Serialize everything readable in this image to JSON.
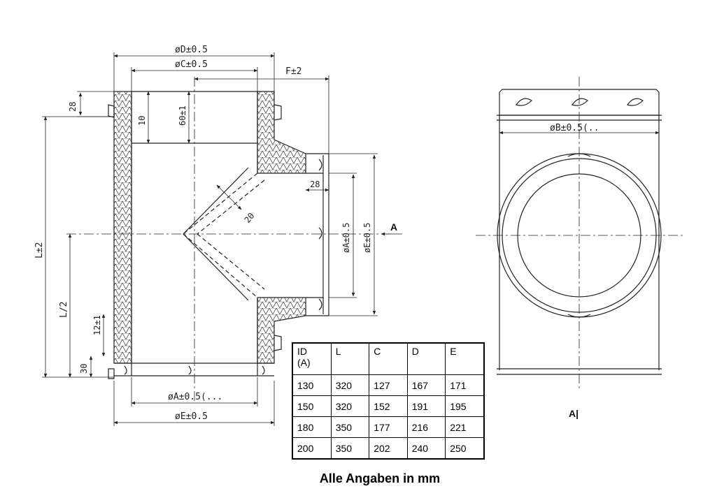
{
  "drawing": {
    "dims": {
      "d": "øD±0.5",
      "c": "øC±0.5",
      "f": "F±2",
      "t28_top": "28",
      "d10": "10",
      "d60": "60±1",
      "l": "L±2",
      "l_half": "L/2",
      "d12": "12±1",
      "d30": "30",
      "d20": "20",
      "t28_branch": "28",
      "a_branch": "øA±0.5",
      "e_branch": "øE±0.5",
      "arrow_a": "A",
      "a_bottom": "øA±0.5(...",
      "e_bottom": "øE±0.5",
      "b": "øB±0.5(..",
      "view_a": "A|"
    }
  },
  "table": {
    "headers": [
      "ID\n(A)",
      "L",
      "C",
      "D",
      "E"
    ],
    "rows": [
      [
        "130",
        "320",
        "127",
        "167",
        "171"
      ],
      [
        "150",
        "320",
        "152",
        "191",
        "195"
      ],
      [
        "180",
        "350",
        "177",
        "216",
        "221"
      ],
      [
        "200",
        "350",
        "202",
        "240",
        "250"
      ]
    ]
  },
  "footnote": "Alle Angaben in mm"
}
